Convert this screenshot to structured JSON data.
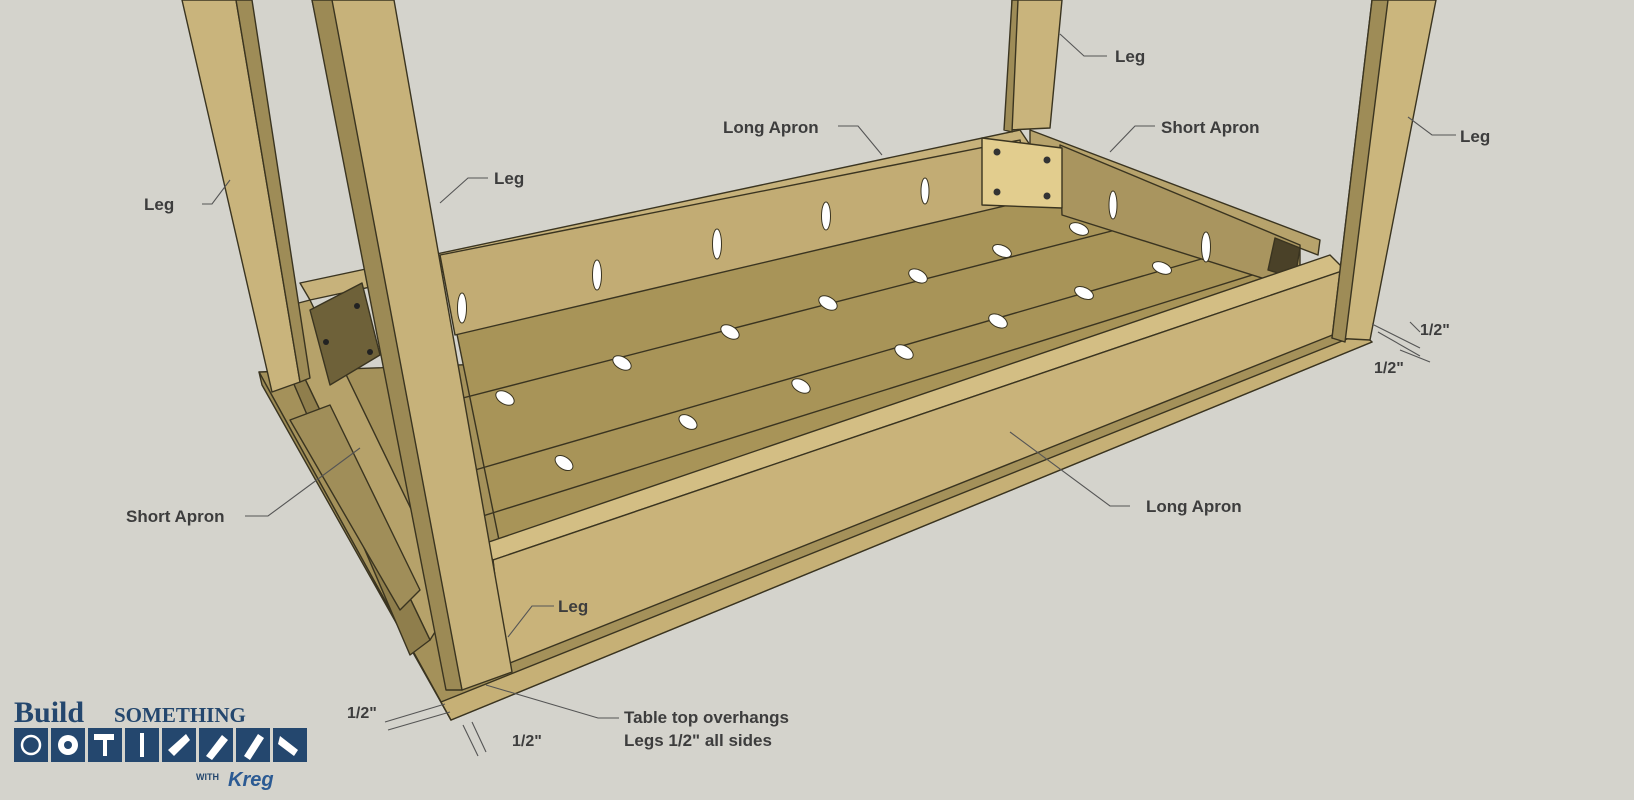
{
  "labels": {
    "leg_top_center": "Leg",
    "leg_top_right": "Leg",
    "leg_left_outer": "Leg",
    "leg_left_inner": "Leg",
    "leg_front": "Leg",
    "long_apron_back": "Long Apron",
    "long_apron_front": "Long Apron",
    "short_apron_back": "Short Apron",
    "short_apron_front": "Short Apron",
    "dim_right_1": "1/2\"",
    "dim_right_2": "1/2\"",
    "dim_left_1": "1/2\"",
    "dim_left_2": "1/2\"",
    "note_line_1": "Table top overhangs",
    "note_line_2": "Legs 1/2\" all sides"
  },
  "logo": {
    "word_build": "Build",
    "word_something": "SOMETHING",
    "word_with": "WITH",
    "brand": "Kreg",
    "tool_icons": [
      "circle-tool-icon",
      "saw-blade-icon",
      "hammer-icon",
      "level-icon",
      "drill-icon",
      "paint-brush-icon",
      "tape-icon",
      "roller-icon"
    ]
  },
  "colors": {
    "background": "#d4d3cc",
    "wood_light": "#c9b37a",
    "wood_mid": "#b09b62",
    "wood_dark": "#978553",
    "label_text": "#3d3d3d",
    "logo_blue": "#24476e"
  }
}
